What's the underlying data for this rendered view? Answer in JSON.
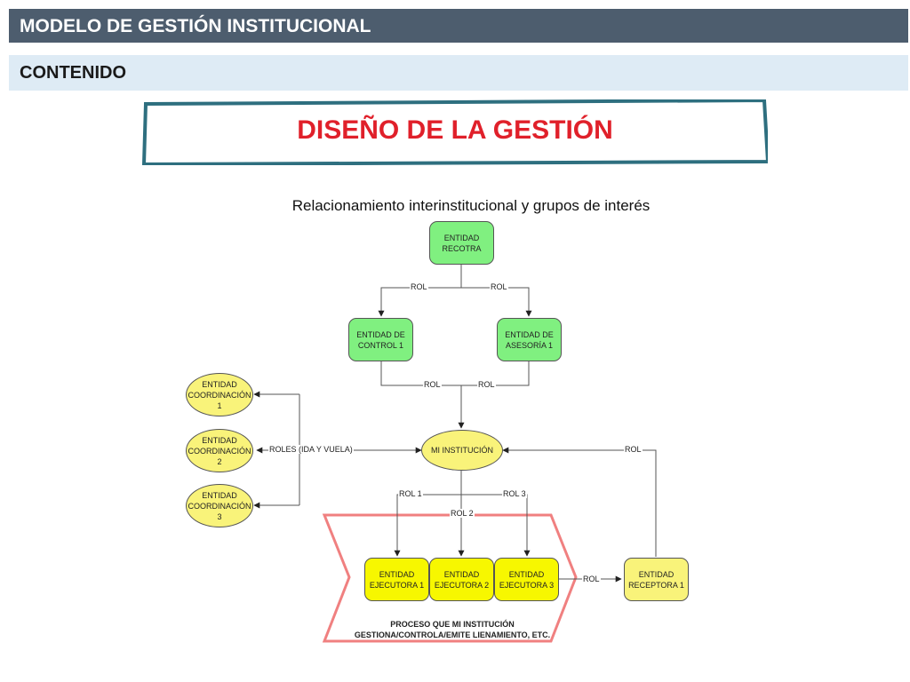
{
  "header": {
    "title": "MODELO DE GESTIÓN INSTITUCIONAL"
  },
  "section": {
    "title": "CONTENIDO"
  },
  "slide": {
    "title": "DISEÑO DE LA GESTIÓN",
    "subtitle": "Relacionamiento interinstitucional y grupos de interés"
  },
  "diagram": {
    "nodes": {
      "rectora": "ENTIDAD\nRECOTRA",
      "control_1": "ENTIDAD DE\nCONTROL 1",
      "asesoria_1": "ENTIDAD DE\nASESORÍA 1",
      "mi_institucion": "MI INSTITUCIÓN",
      "coordinacion_1": "ENTIDAD\nCOORDINACIÓN\n1",
      "coordinacion_2": "ENTIDAD\nCOORDINACIÓN\n2",
      "coordinacion_3": "ENTIDAD\nCOORDINACIÓN\n3",
      "ejecutora_1": "ENTIDAD\nEJECUTORA 1",
      "ejecutora_2": "ENTIDAD\nEJECUTORA 2",
      "ejecutora_3": "ENTIDAD\nEJECUTORA 3",
      "receptora_1": "ENTIDAD\nRECEPTORA 1"
    },
    "edge_labels": {
      "rol_left_top": "ROL",
      "rol_right_top": "ROL",
      "rol_left_mid": "ROL",
      "rol_right_mid": "ROL",
      "roles_ida_vuelta": "ROLES (IDA Y VUELA)",
      "rol_receptora_return": "ROL",
      "rol_1": "ROL 1",
      "rol_2": "ROL 2",
      "rol_3": "ROL 3",
      "rol_to_receptora": "ROL"
    },
    "process_label": "PROCESO QUE MI INSTITUCIÓN\nGESTIONA/CONTROLA/EMITE LIENAMIENTO, ETC."
  },
  "colors": {
    "header_bg": "#4d5d6e",
    "section_bg": "#deebf5",
    "title_red": "#e0202a",
    "frame_teal": "#2e6f7f",
    "green_node": "#80f080",
    "yellow_node": "#f7f700",
    "light_yellow_node": "#f9f37a",
    "process_outline": "#f08080"
  }
}
